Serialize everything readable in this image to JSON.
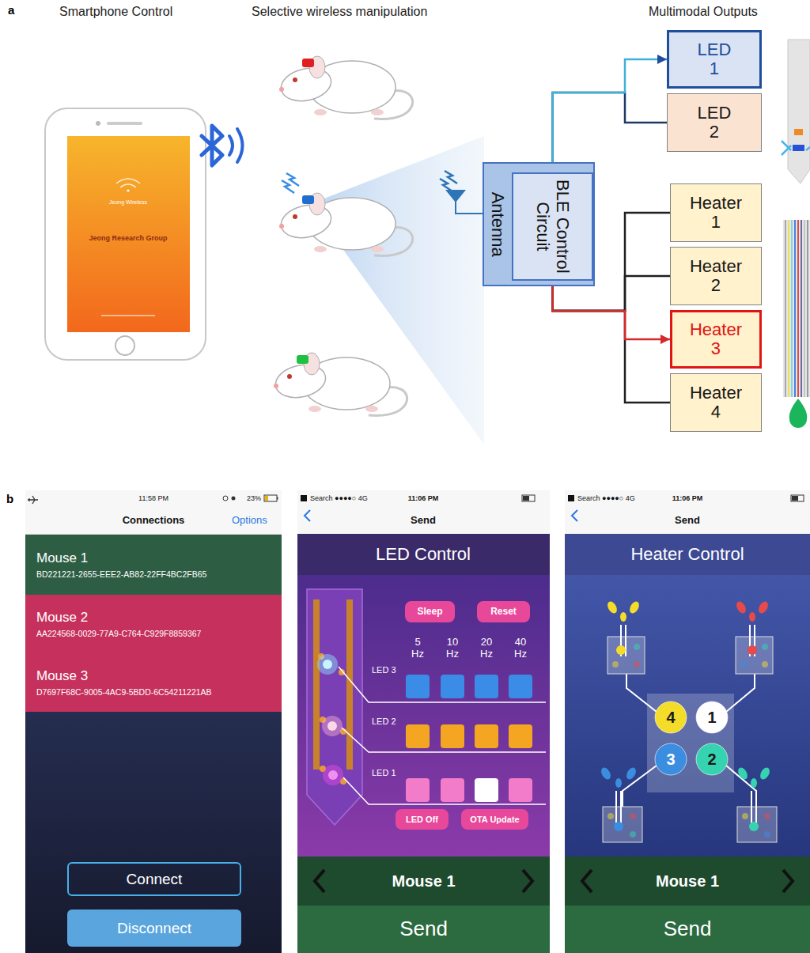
{
  "diagram": {
    "nodes": [
      {
        "text": [
          "Antenna"
        ]
      },
      {
        "text": [
          "BLE Control Circuit"
        ],
        "in": 0
      },
      {
        "text": [
          "LED 1"
        ]
      },
      {
        "text": [
          "LED 2"
        ]
      },
      {
        "text": [
          "Heater 1"
        ]
      },
      {
        "text": [
          "Heater 2"
        ]
      },
      {
        "text": [
          "Heater 3"
        ]
      },
      {
        "text": [
          "Heater 4"
        ]
      },
      {
        "text": [
          "Mouse 1",
          "BD221221-2655-EEE2-AB82-22FF4BC2FB65"
        ]
      },
      {
        "text": [
          "Mouse 2",
          "AA224568-0029-77A9-C764-C929F8859367"
        ]
      },
      {
        "text": [
          "Mouse 3",
          "D7697F68C-9005-4AC9-5BDD-6C54211221AB"
        ]
      },
      {
        "text": [
          "Connect"
        ]
      },
      {
        "text": [
          "Disconnect"
        ]
      },
      {
        "text": [
          "Sleep"
        ]
      },
      {
        "text": [
          "Reset"
        ]
      },
      {
        "text": [
          "LED Off"
        ]
      },
      {
        "text": [
          "OTA Update"
        ]
      },
      {
        "text": [
          "4"
        ]
      },
      {
        "text": [
          "1"
        ]
      },
      {
        "text": [
          "3"
        ]
      },
      {
        "text": [
          "2"
        ]
      },
      {
        "text": [
          "Mouse 1"
        ]
      },
      {
        "text": [
          "Send"
        ]
      },
      {
        "text": [
          "Mouse 1"
        ]
      },
      {
        "text": [
          "Send"
        ]
      }
    ],
    "edges": [
      {
        "from": 1,
        "to": 3,
        "arrow": "none"
      },
      {
        "from": 1,
        "to": 2,
        "arrow": "to"
      },
      {
        "from": 1,
        "to": 4,
        "arrow": "none"
      },
      {
        "from": 1,
        "to": 5,
        "arrow": "none"
      },
      {
        "from": 1,
        "to": 7,
        "arrow": "none"
      },
      {
        "from": 1,
        "to": 6,
        "arrow": "to"
      }
    ],
    "labels": [
      "a",
      "Smartphone Control",
      "Selective wireless manipulation",
      "Multimodal Outputs",
      "Jeong Wireless",
      "Jeong Research Group",
      "b",
      "11:58 PM",
      "23%",
      "Connections",
      "Options",
      "Search ●●●●○ 4G",
      "11:06 PM",
      "Send",
      "LED Control",
      "5 Hz",
      "10 Hz",
      "20 Hz",
      "40 Hz",
      "LED 3",
      "LED 2",
      "LED 1",
      "Search ●●●●○ 4G",
      "11:06 PM",
      "Send",
      "Heater Control"
    ]
  }
}
